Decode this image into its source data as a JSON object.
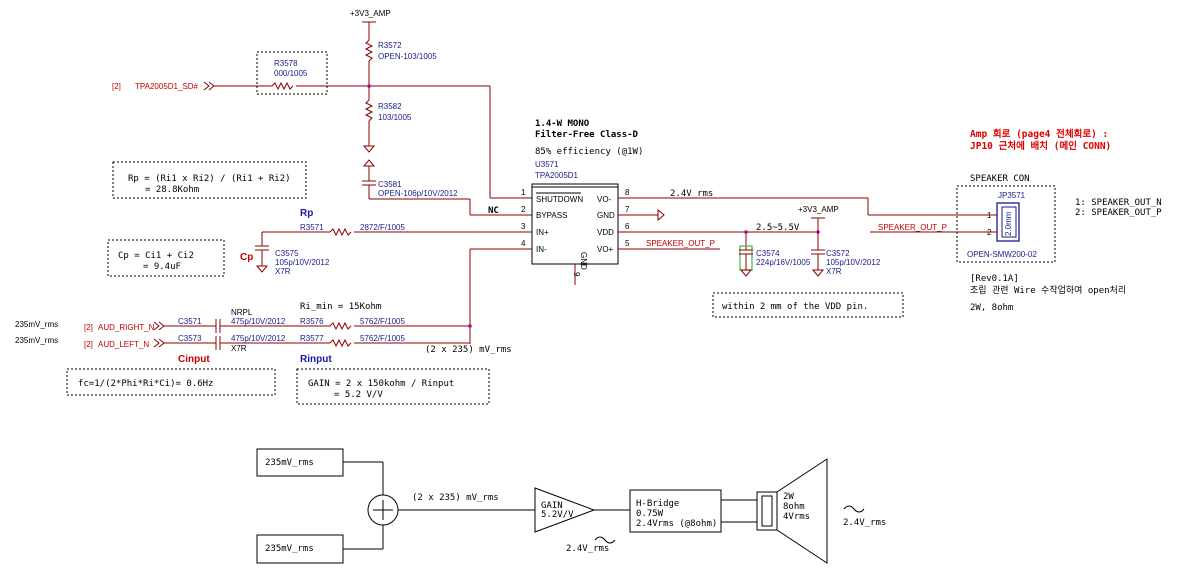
{
  "rails": {
    "top": "+3V3_AMP",
    "vdd": "+3V3_AMP"
  },
  "components": {
    "r3572": {
      "ref": "R3572",
      "val": "OPEN-103/1005"
    },
    "r3578": {
      "ref": "R3578",
      "val": "000/1005"
    },
    "r3582": {
      "ref": "R3582",
      "val": "103/1005"
    },
    "c3581": {
      "ref": "C3581",
      "val": "OPEN-106p/10V/2012"
    },
    "r3571": {
      "ref": "R3571",
      "val": "2872/F/1005"
    },
    "c3575": {
      "ref": "C3575",
      "val": "105p/10V/2012",
      "dielectric": "X7R"
    },
    "c3571": {
      "ref": "C3571",
      "val": "475p/10V/2012",
      "tag": "NRPL"
    },
    "c3573": {
      "ref": "C3573",
      "val": "475p/10V/2012",
      "dielectric": "X7R"
    },
    "r3576": {
      "ref": "R3576",
      "val": "5762/F/1005"
    },
    "r3577": {
      "ref": "R3577",
      "val": "5762/F/1005"
    },
    "c3574": {
      "ref": "C3574",
      "val": "224p/16V/1005"
    },
    "c3572": {
      "ref": "C3572",
      "val": "105p/10V/2012",
      "dielectric": "X7R"
    },
    "jp3571": {
      "ref": "JP3571",
      "val": "OPEN-SMW200-02",
      "side": "2.0mm"
    }
  },
  "ic": {
    "ref": "U3571",
    "part": "TPA2005D1",
    "title1": "1.4-W MONO",
    "title2": "Filter-Free Class-D",
    "efficiency": "85% efficiency (@1W)",
    "left_pins": [
      {
        "num": "1",
        "name": "SHUTDOWN"
      },
      {
        "num": "2",
        "name": "BYPASS"
      },
      {
        "num": "3",
        "name": "IN+"
      },
      {
        "num": "4",
        "name": "IN-"
      }
    ],
    "right_pins": [
      {
        "num": "8",
        "name": "VO-"
      },
      {
        "num": "7",
        "name": "GND"
      },
      {
        "num": "6",
        "name": "VDD"
      },
      {
        "num": "5",
        "name": "VO+"
      }
    ],
    "gnd_label": "GND",
    "gnd_pin": "9"
  },
  "nets": {
    "sd_tag": "[2]",
    "sd_name": "TPA2005D1_SD#",
    "right_tag": "[2]",
    "right_name": "AUD_RIGHT_N",
    "left_tag": "[2]",
    "left_name": "AUD_LEFT_N",
    "speaker_out_p": "SPEAKER_OUT_P",
    "speaker_out_p2": "SPEAKER_OUT_P",
    "nc": "NC",
    "vo_rms": "2.4V_rms",
    "vdd_range": "2.5~5.5V",
    "in_sum": "(2 x 235) mV_rms",
    "in_right_rms": "235mV_rms",
    "in_left_rms": "235mV_rms"
  },
  "annotations": {
    "rp_label": "Rp",
    "cp_label": "Cp",
    "cinput_label": "Cinput",
    "rinput_label": "Rinput",
    "rimin": "Ri_min = 15Kohm",
    "rp_formula1": "Rp = (Ri1 x Ri2) / (Ri1 + Ri2)",
    "rp_formula2": "= 28.8Kohm",
    "cp_formula1": "Cp = Ci1 + Ci2",
    "cp_formula2": "= 9.4uF",
    "fc_formula": "fc=1/(2*Phi*Ri*Ci)= 0.6Hz",
    "gain_formula1": "GAIN = 2 x 150kohm / Rinput",
    "gain_formula2": "= 5.2 V/V",
    "vdd_note": "within 2 mm of the VDD pin.",
    "amp_note1": "Amp 회로 (page4 전체회로) :",
    "amp_note2": "JP10 근처에 배치 (메인 CONN)",
    "speaker_con": "SPEAKER CON",
    "spk_pin1": "1: SPEAKER_OUT_N",
    "spk_pin2": "2: SPEAKER_OUT_P",
    "rev_note1": "[Rev0.1A]",
    "rev_note2": "조립 관련 Wire 수작업하여 open처리",
    "rev_note3": "2W, 8ohm"
  },
  "block": {
    "in_top": "235mV_rms",
    "in_bot": "235mV_rms",
    "sum_out": "(2 x 235) mV_rms",
    "gain1": "GAIN",
    "gain2": "5.2V/V",
    "gain_out": "2.4V_rms",
    "hb1": "H-Bridge",
    "hb2": "0.75W",
    "hb3": "2.4Vrms (@8ohm)",
    "spk1": "2W",
    "spk2": "8ohm",
    "spk3": "4Vrms",
    "spk_out": "2.4V_rms"
  }
}
